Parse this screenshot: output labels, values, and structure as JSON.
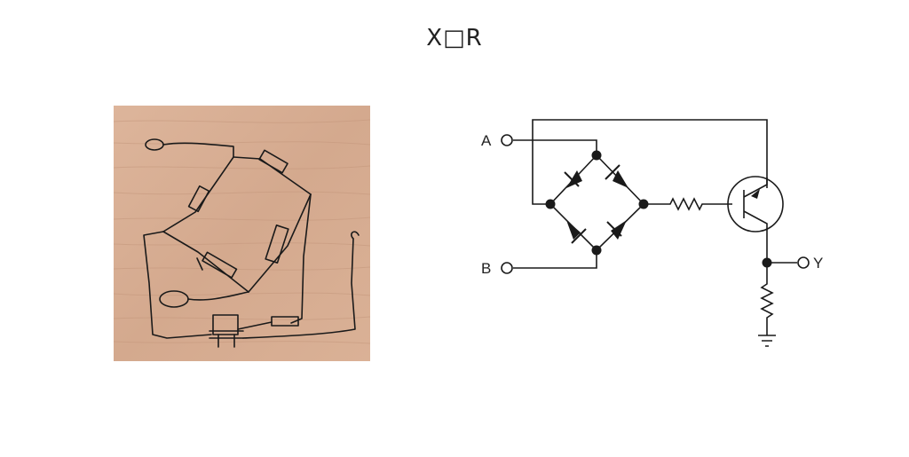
{
  "title": "X□R",
  "schematic": {
    "input_a": "A",
    "input_b": "B",
    "output_y": "Y"
  },
  "colors": {
    "wood_base": "#d8ad92",
    "wood_grain": "#c79a80",
    "ink": "#1a1a1a"
  }
}
